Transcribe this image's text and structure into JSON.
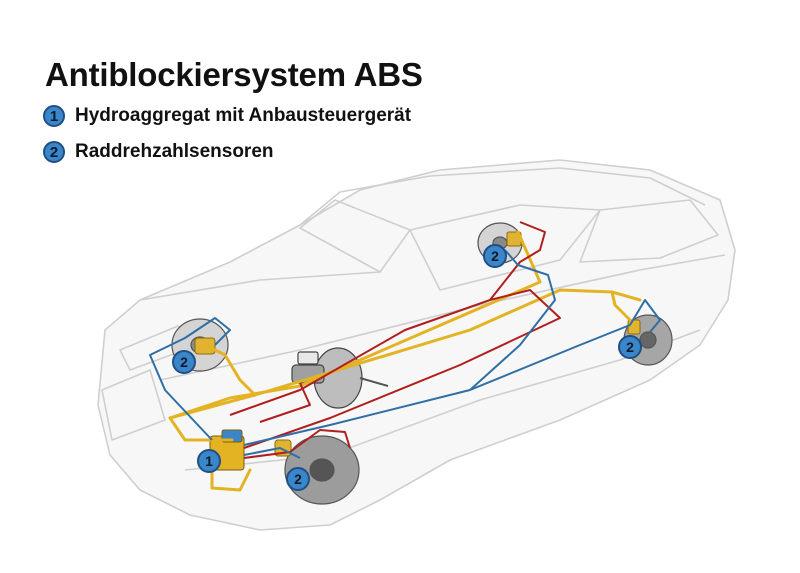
{
  "title": "Antiblockiersystem ABS",
  "legend": [
    {
      "number": "1",
      "label": "Hydroaggregat mit Anbausteuergerät"
    },
    {
      "number": "2",
      "label": "Raddrehzahlsensoren"
    }
  ],
  "markers": [
    {
      "name": "marker-hydraulic-unit",
      "number": "1"
    },
    {
      "name": "marker-sensor-front-left",
      "number": "2"
    },
    {
      "name": "marker-sensor-front-right",
      "number": "2"
    },
    {
      "name": "marker-sensor-rear-left",
      "number": "2"
    },
    {
      "name": "marker-sensor-rear-right",
      "number": "2"
    }
  ],
  "colors": {
    "badge_fill": "#3a86c8",
    "badge_stroke": "#1e4f86",
    "brake_line_red": "#b01e1e",
    "brake_line_yellow": "#e3b324",
    "sensor_line_blue": "#2f6fa5",
    "car_outline": "#c8c8c8"
  }
}
